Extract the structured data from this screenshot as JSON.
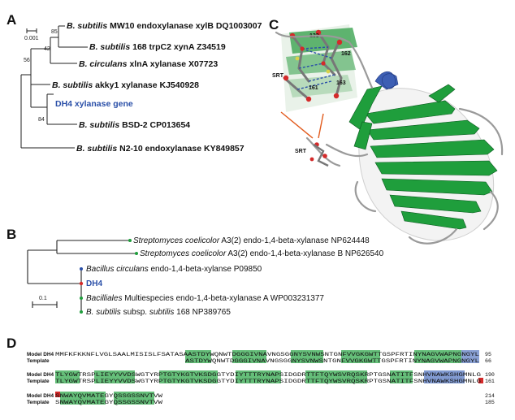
{
  "panels": {
    "a": {
      "letter": "A",
      "scale": "0.001",
      "leaves": [
        {
          "italic": "B. subtilis",
          "rest": " MW10 endoxylanase xylB DQ1003007"
        },
        {
          "italic": "B. subtilis",
          "rest": " 168 trpC2 xynA Z34519"
        },
        {
          "italic": "B. circulans",
          "rest": " xlnA xylanase X07723"
        },
        {
          "italic": "B. subtilis",
          "rest": " akky1 xylanase KJ540928"
        },
        {
          "italic": "",
          "rest": "DH4 xylanase gene"
        },
        {
          "italic": "B. subtilis",
          "rest": " BSD-2 CP013654"
        },
        {
          "italic": "B. subtilis",
          "rest": " N2-10 endoxylanase KY849857"
        }
      ],
      "bootstrap": [
        "85",
        "42",
        "56",
        "84"
      ]
    },
    "b": {
      "letter": "B",
      "scale": "0.1",
      "leaves": [
        {
          "italic": "Streptomyces coelicolor",
          "rest": " A3(2) endo-1,4-beta-xylanase NP624448"
        },
        {
          "italic": "Streptomyces coelicolor",
          "rest": " A3(2) endo-1,4-beta-xylanase B NP626540"
        },
        {
          "italic": "Bacillus circulans",
          "rest": " endo-1,4-beta-xylanse P09850"
        },
        {
          "italic": "",
          "rest": "DH4"
        },
        {
          "italic": "Bacilliales",
          "rest": " Multiespecies endo-1,4-beta-xylanase A WP003231377"
        },
        {
          "italic": "B. subtilis",
          "rest": " subsp. "
        },
        {
          "italic": "subtilis",
          "rest": " 168 NP389765"
        }
      ]
    },
    "c": {
      "letter": "C",
      "residues": [
        "133",
        "162",
        "161",
        "163"
      ],
      "site_label": "SRT"
    },
    "d": {
      "letter": "D",
      "label_model": "Model DH4",
      "label_template": "Template",
      "rows": [
        {
          "model": "MMFKFKKNFLVGLSAALMISISLFSATASAASTDYWQNWTDGGGIVNAVNGSGGNYSVNWSNTGNFVVGKGWTTGSPFRTINYNAGVWAPNGNGYL",
          "template": "ASTDYWQNWTDGGGIVNAVNGSGGNYSVNWSNTGNFVVGKGWTTGSPFRTINYNAGVWAPNGNGYL",
          "model_end": "95",
          "template_end": "66"
        },
        {
          "model": "TLYGWTRSPLIEYYVVDSWGTYRPTGTYKGTVKSDGGTYDIYTTTRYNAPSIDGDRTTFTQYWSVRQSKRPTGSNATITFSNHVNAWKSHGMNLG",
          "template": "TLYGWTRSPLIEYYVVDSWGTYRPTGTYKGTVKSDGGTYDIYTTTRYNAPSIDGDRTTFTQYWSVRQSKRPTGSNATITFSNHVNAWKSHGMNLG",
          "model_end": "190",
          "template_end": "161"
        },
        {
          "model": "SNWAYQVMATEGYQSSGSSNVTVW",
          "template": "SNWAYQVMATEGYQSSGSSNVTVW",
          "model_end": "214",
          "template_end": "185"
        }
      ]
    }
  }
}
